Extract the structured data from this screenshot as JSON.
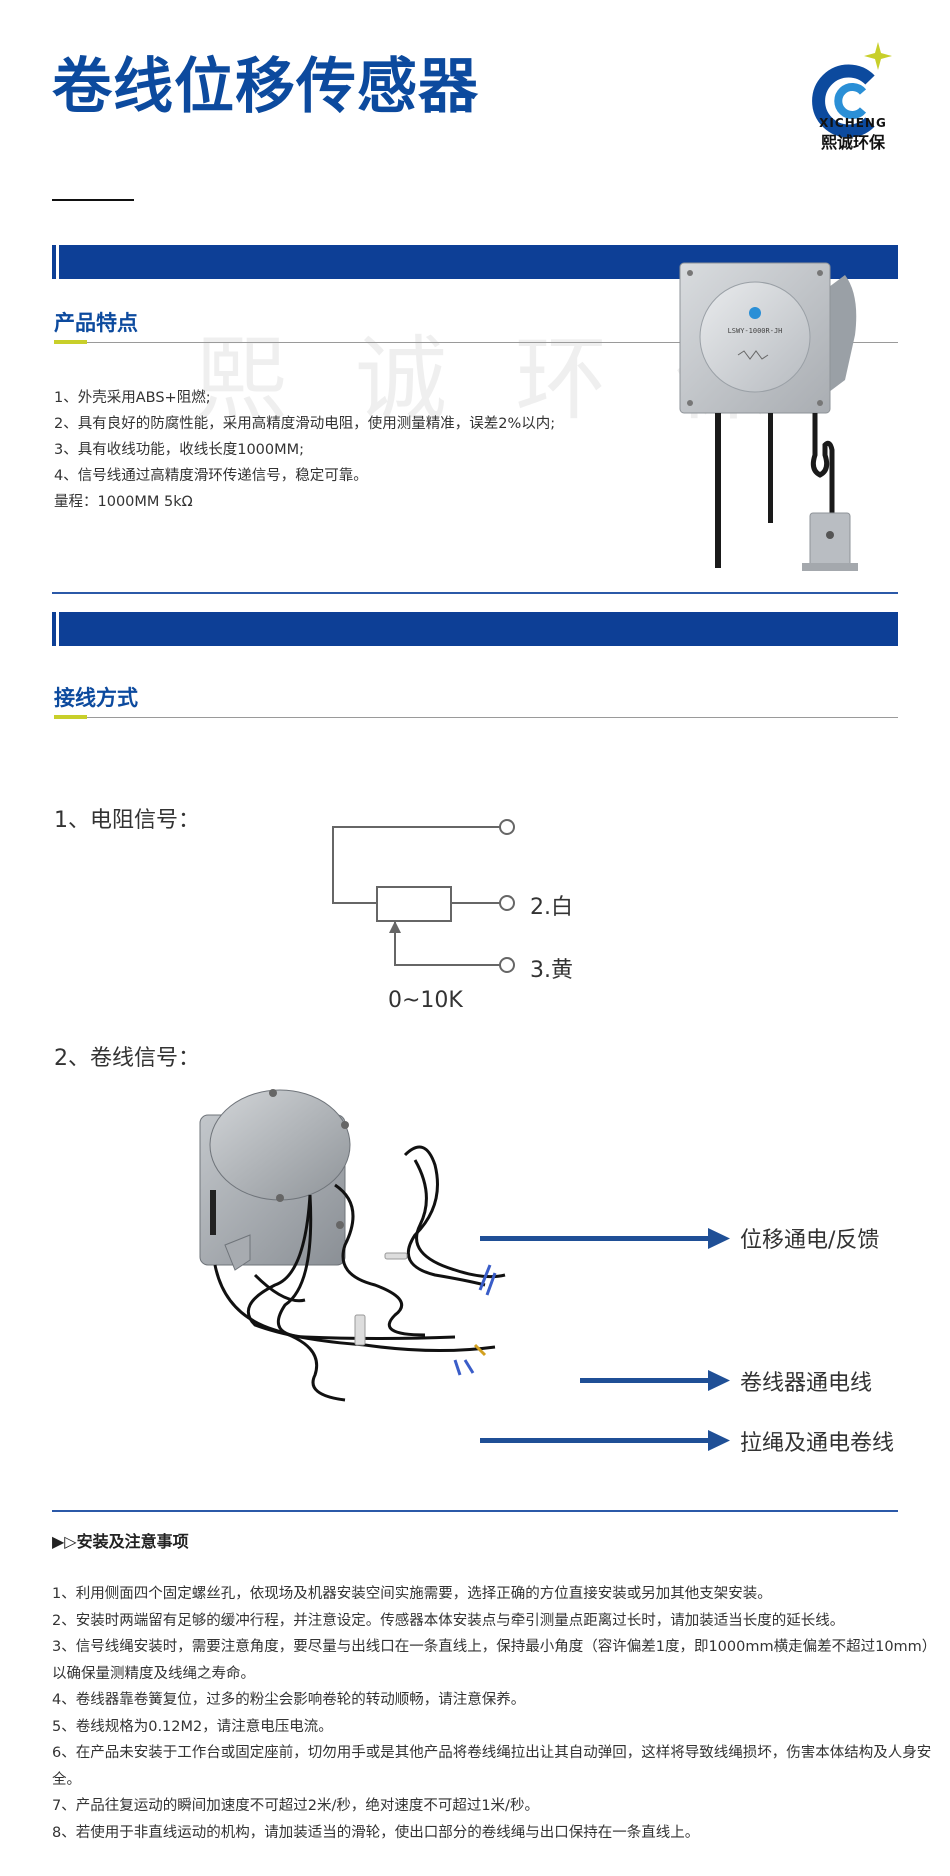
{
  "header": {
    "title": "卷线位移传感器",
    "logo_en": "XICHENG",
    "logo_cn": "熙诚环保",
    "brand_color": "#0c4a9e",
    "accent_color": "#c8cf2a"
  },
  "features": {
    "heading": "产品特点",
    "watermark": "熙诚环保",
    "items": [
      "1、外壳采用ABS+阻燃;",
      "2、具有良好的防腐性能，采用高精度滑动电阻，使用测量精准，误差2%以内;",
      "3、具有收线功能，收线长度1000MM;",
      "4、信号线通过高精度滑环传递信号，稳定可靠。",
      "量程：1000MM 5kΩ"
    ],
    "sensor_label": "LSWY-1000R-JH"
  },
  "wiring": {
    "heading": "接线方式",
    "resistor_title": "1、电阻信号：",
    "pin2": "2.白",
    "pin3": "3.黄",
    "range": "0~10K",
    "reel_title": "2、卷线信号：",
    "arrows": [
      "位移通电/反馈",
      "卷线器通电线",
      "拉绳及通电卷线"
    ]
  },
  "notes": {
    "heading": "▶▷安装及注意事项",
    "items": [
      "1、利用侧面四个固定螺丝孔，依现场及机器安装空间实施需要，选择正确的方位直接安装或另加其他支架安装。",
      "2、安装时两端留有足够的缓冲行程，并注意设定。传感器本体安装点与牵引测量点距离过长时，请加装适当长度的延长线。",
      "3、信号线绳安装时，需要注意角度，要尽量与出线口在一条直线上，保持最小角度（容许偏差1度，即1000mm横走偏差不超过10mm）以确保量测精度及线绳之寿命。",
      "4、卷线器靠卷簧复位，过多的粉尘会影响卷轮的转动顺畅，请注意保养。",
      "5、卷线规格为0.12M2，请注意电压电流。",
      "6、在产品未安装于工作台或固定座前，切勿用手或是其他产品将卷线绳拉出让其自动弹回，这样将导致线绳损坏，伤害本体结构及人身安全。",
      "7、产品往复运动的瞬间加速度不可超过2米/秒，绝对速度不可超过1米/秒。",
      "8、若使用于非直线运动的机构，请加装适当的滑轮，使出口部分的卷线绳与出口保持在一条直线上。"
    ]
  }
}
